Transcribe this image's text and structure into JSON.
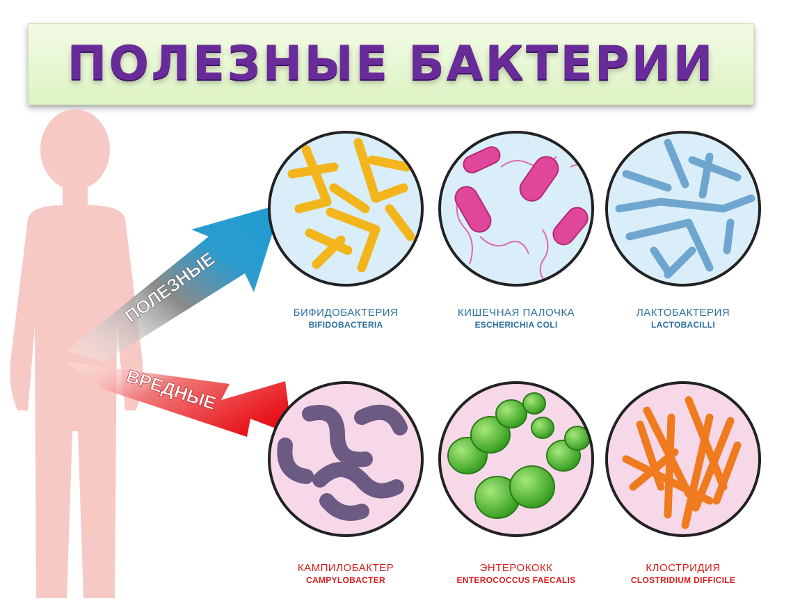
{
  "title": "ПОЛЕЗНЫЕ БАКТЕРИИ",
  "arrows": {
    "good": {
      "label": "ПОЛЕЗНЫЕ",
      "color": "#1f9bd1"
    },
    "bad": {
      "label": "ВРЕДНЫЕ",
      "color": "#e8141b"
    }
  },
  "bacteria": {
    "good": [
      {
        "name_ru": "БИФИДОБАКТЕРИЯ",
        "name_lat": "BIFIDOBACTERIA",
        "color": "#f2b51c",
        "bg": "#d9eef8"
      },
      {
        "name_ru": "КИШЕЧНАЯ ПАЛОЧКА",
        "name_lat": "ESCHERICHIA COLI",
        "color": "#e0479a",
        "bg": "#d9eef8"
      },
      {
        "name_ru": "ЛАКТОБАКТЕРИЯ",
        "name_lat": "LACTOBACILLI",
        "color": "#6fa6cf",
        "bg": "#d9eef8"
      }
    ],
    "bad": [
      {
        "name_ru": "КАМПИЛОБАКТЕР",
        "name_lat": "CAMPYLOBACTER",
        "color": "#6b5a82",
        "bg": "#f7d8e8"
      },
      {
        "name_ru": "ЭНТЕРОКОКК",
        "name_lat": "ENTEROCOCCUS FAECALIS",
        "color": "#4fb82a",
        "bg": "#f7d8e8"
      },
      {
        "name_ru": "КЛОСТРИДИЯ",
        "name_lat": "CLOSTRIDIUM DIFFICILE",
        "color": "#f07a1e",
        "bg": "#f7d8e8"
      }
    ]
  },
  "colors": {
    "body": "#f7c9c4",
    "title": "#6a2b9a",
    "title_bg": "#e3f5cc"
  }
}
